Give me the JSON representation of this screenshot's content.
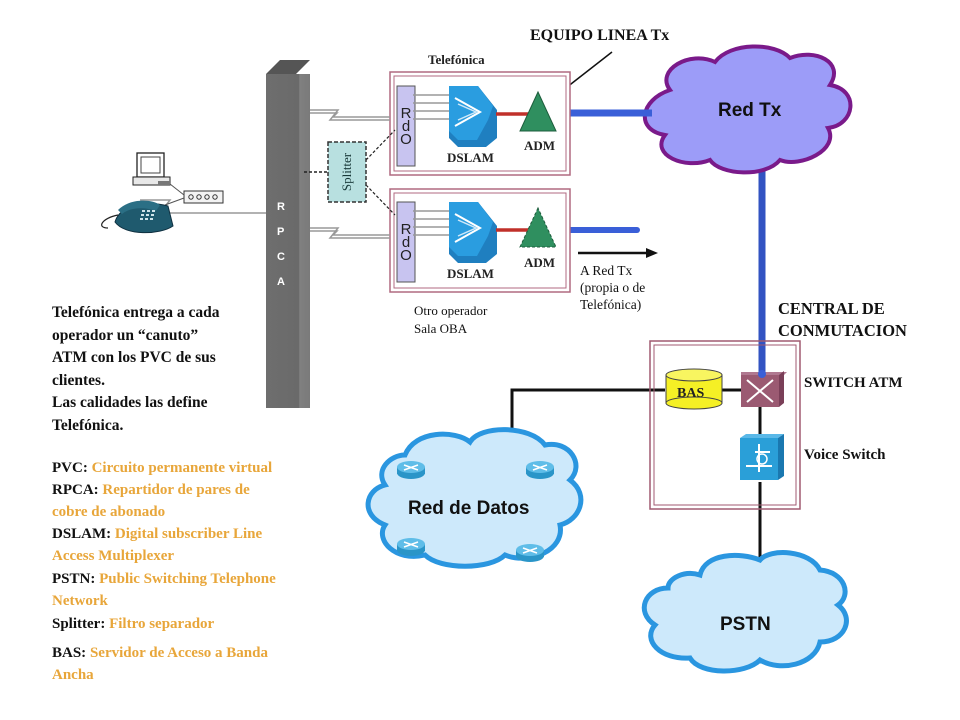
{
  "colors": {
    "rpca_bar": "#6b6b6b",
    "rdo_fill": "#c8c4f0",
    "dslam_fill": "#2a8fd0",
    "adm_fill": "#2f8f5f",
    "red_tx_fill": "#9c9cf8",
    "red_tx_stroke": "#7a1a8a",
    "blue_link": "#3a5fd8",
    "red_link": "#c0302a",
    "cloud_fill": "#cde9fb",
    "cloud_stroke": "#2a96e0",
    "bas_fill": "#f5f025",
    "atm_switch_fill": "#9b5a72",
    "voice_switch_fill": "#2a9fd8",
    "splitter_fill": "#b8e0e0",
    "definition_text": "#e8a63a",
    "box_border": "#a05a70"
  },
  "labels": {
    "equipo_linea_tx": "EQUIPO LINEA Tx",
    "telefonica_box": "Telefónica",
    "dslam_1": "DSLAM",
    "adm_1": "ADM",
    "dslam_2": "DSLAM",
    "adm_2": "ADM",
    "rdo_1": [
      "R",
      "d",
      "O"
    ],
    "rdo_2": [
      "R",
      "d",
      "O"
    ],
    "rpca_letters": [
      "R",
      "P",
      "C",
      "A"
    ],
    "splitter": "Splitter",
    "otro_operador": [
      "Otro operador",
      "Sala OBA"
    ],
    "a_red_tx": [
      "A Red Tx",
      "(propia o de",
      "Telefónica)"
    ],
    "central": [
      "CENTRAL DE",
      "CONMUTACION"
    ],
    "switch_atm": "SWITCH ATM",
    "voice_switch": "Voice Switch",
    "bas": "BAS"
  },
  "clouds": {
    "red_tx": "Red Tx",
    "red_datos": "Red de Datos",
    "pstn": "PSTN"
  },
  "note": [
    "Telefónica entrega a cada",
    "operador un “canuto”",
    "ATM con los PVC de sus",
    "clientes.",
    "Las calidades las define",
    "Telefónica."
  ],
  "glossary": [
    {
      "term": "PVC:",
      "lines": [
        "Circuito permanente virtual"
      ]
    },
    {
      "term": "RPCA:",
      "lines": [
        "Repartidor de pares de",
        "cobre de abonado"
      ]
    },
    {
      "term": "DSLAM:",
      "lines": [
        "Digital subscriber Line",
        "Access Multiplexer"
      ]
    },
    {
      "term": "PSTN:",
      "lines": [
        "Public Switching Telephone",
        "Network"
      ]
    },
    {
      "term": "Splitter:",
      "lines": [
        "Filtro separador"
      ]
    },
    {
      "term": "BAS:",
      "lines": [
        "Servidor de Acceso a Banda",
        "Ancha"
      ]
    }
  ]
}
